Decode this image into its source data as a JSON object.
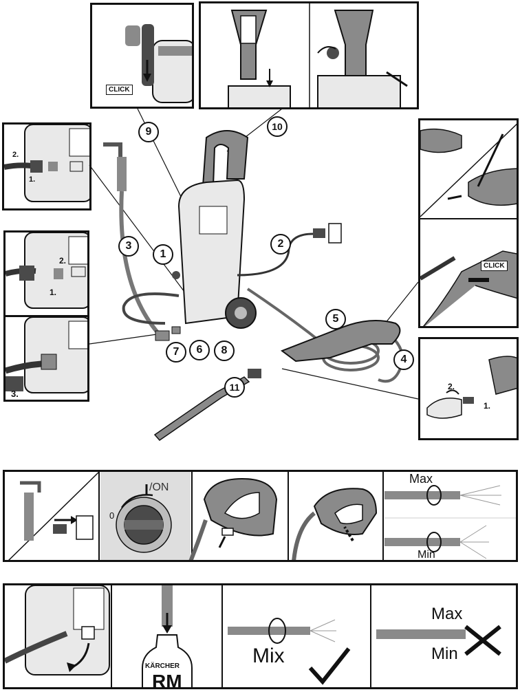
{
  "callouts": [
    "1",
    "2",
    "3",
    "4",
    "5",
    "6",
    "7",
    "8",
    "9",
    "10",
    "11"
  ],
  "labels": {
    "click": "CLICK",
    "step1": "1.",
    "step2": "2.",
    "step3": "3.",
    "on": "/ON",
    "off": "0",
    "max": "Max",
    "min": "Min",
    "mix": "Mix",
    "rm": "RM",
    "kaercher": "KÄRCHER"
  },
  "colors": {
    "outline": "#111111",
    "body_gray": "#8a8a8a",
    "dark_gray": "#4a4a4a",
    "light_gray": "#e9e9e9"
  }
}
